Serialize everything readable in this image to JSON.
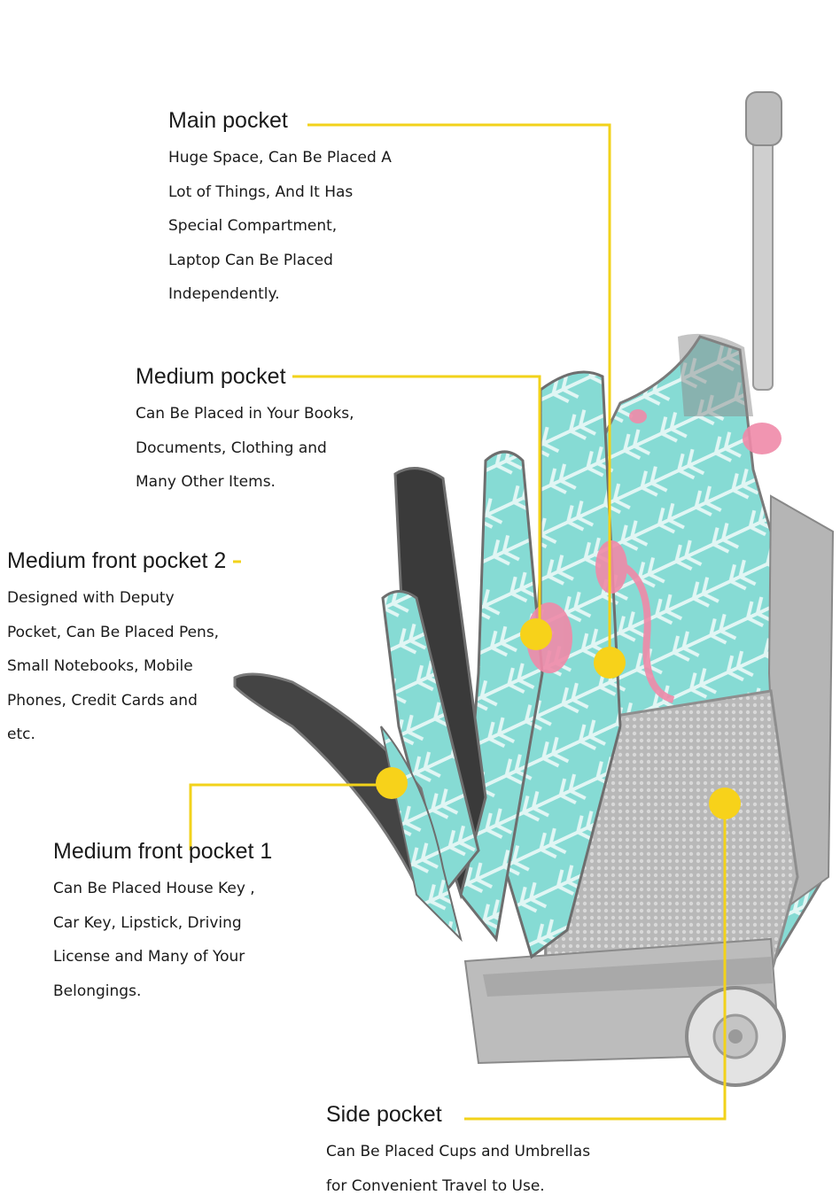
{
  "callouts": {
    "main": {
      "title": "Main pocket",
      "lines": [
        "Huge Space, Can Be Placed A",
        "Lot of Things, And It Has",
        "Special Compartment,",
        "Laptop Can Be Placed",
        "Independently."
      ]
    },
    "medium": {
      "title": "Medium pocket",
      "lines": [
        "Can Be Placed in Your Books,",
        "Documents, Clothing and",
        "Many Other Items."
      ]
    },
    "front2": {
      "title": "Medium front pocket 2",
      "lines": [
        "Designed with Deputy",
        "Pocket, Can Be Placed Pens,",
        "Small Notebooks, Mobile",
        "Phones, Credit Cards and",
        "etc."
      ]
    },
    "front1": {
      "title": "Medium front pocket 1",
      "lines": [
        "Can Be Placed House Key ,",
        "Car Key, Lipstick, Driving",
        "License and Many of Your",
        "Belongings."
      ]
    },
    "side": {
      "title": "Side pocket",
      "lines": [
        "Can Be Placed Cups and Umbrellas",
        "for Convenient Travel to Use."
      ]
    }
  },
  "colors": {
    "leader": "#f2d21a",
    "dot": "#f7d21a",
    "fabric": "#7fd8d2",
    "leaf": "#ffffff",
    "flamingo": "#f08aa8",
    "grey": "#a9a9a9",
    "mesh": "#c9c9c9"
  }
}
